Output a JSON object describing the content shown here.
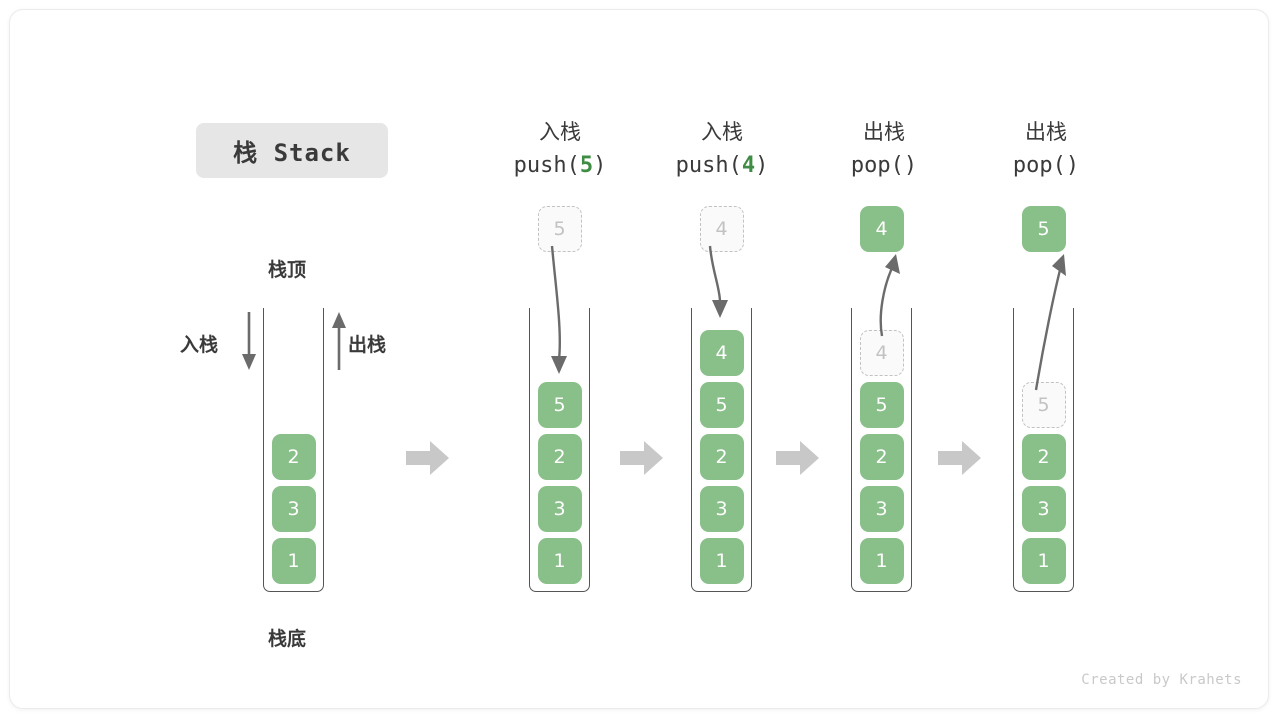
{
  "title": {
    "text": "栈 Stack"
  },
  "left_panel": {
    "top_label": "栈顶",
    "bottom_label": "栈底",
    "push_label": "入栈",
    "pop_label": "出栈",
    "stack": [
      "2",
      "3",
      "1"
    ]
  },
  "columns": [
    {
      "op": "push",
      "cn_label": "入栈",
      "code_prefix": "push(",
      "code_value": "5",
      "code_suffix": ")",
      "ghost_top": {
        "value": "5",
        "position": "above-stack"
      },
      "popped": null,
      "stack": [
        "5",
        "2",
        "3",
        "1"
      ]
    },
    {
      "op": "push",
      "cn_label": "入栈",
      "code_prefix": "push(",
      "code_value": "4",
      "code_suffix": ")",
      "ghost_top": {
        "value": "4",
        "position": "above-stack"
      },
      "popped": null,
      "stack": [
        "4",
        "5",
        "2",
        "3",
        "1"
      ]
    },
    {
      "op": "pop",
      "cn_label": "出栈",
      "code_prefix": "pop(",
      "code_value": "",
      "code_suffix": ")",
      "ghost_top": null,
      "popped": {
        "value": "4"
      },
      "stack": [
        "4",
        "5",
        "2",
        "3",
        "1"
      ],
      "ghost_index": 0
    },
    {
      "op": "pop",
      "cn_label": "出栈",
      "code_prefix": "pop(",
      "code_value": "",
      "code_suffix": ")",
      "ghost_top": null,
      "popped": {
        "value": "5"
      },
      "stack": [
        "5",
        "2",
        "3",
        "1"
      ],
      "ghost_index": 0
    }
  ],
  "flow_arrows": [
    "step-arrow-1",
    "step-arrow-2",
    "step-arrow-3",
    "step-arrow-4"
  ],
  "watermark": "Created by Krahets",
  "colors": {
    "cell_green": "#89bf89",
    "accent_green": "#3f8c44",
    "ghost_gray": "#c2c2c2",
    "arrow_gray": "#c8c8c8",
    "line_gray": "#6b6b6b",
    "badge_bg": "#e6e6e6",
    "text_dark": "#3a3a3a"
  }
}
